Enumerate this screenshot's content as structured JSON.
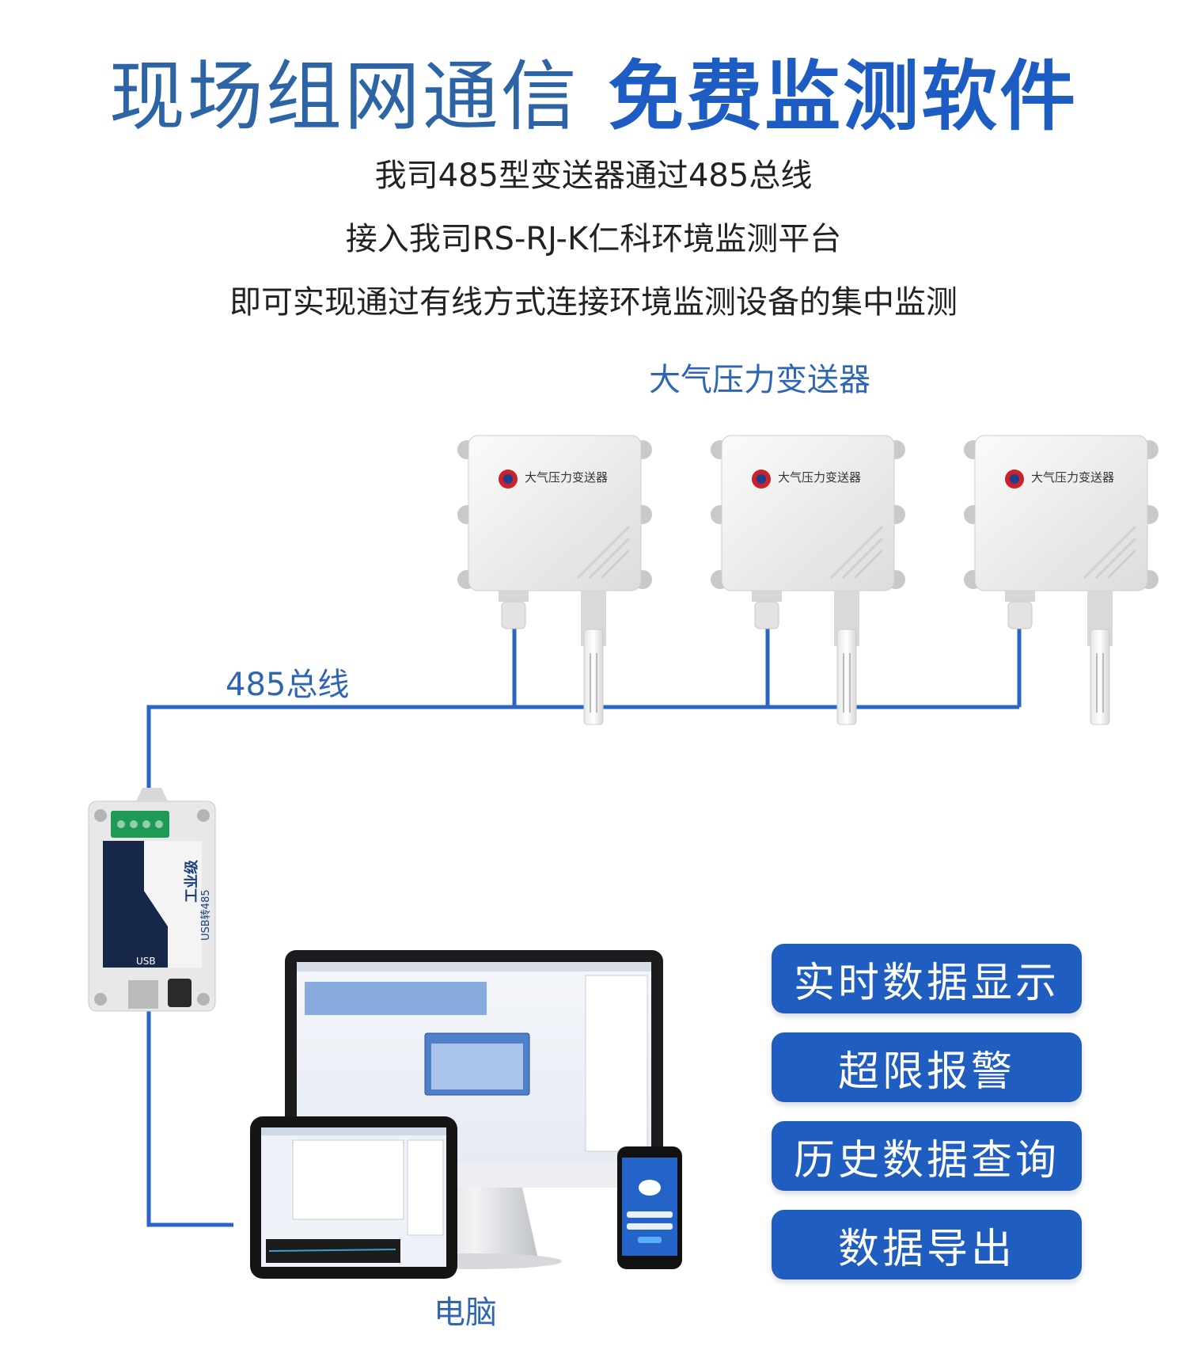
{
  "header": {
    "title_left": "现场组网通信",
    "title_right": "免费监测软件"
  },
  "intro": {
    "line1": "我司485型变送器通过485总线",
    "line2": "接入我司RS-RJ-K仁科环境监测平台",
    "line3": "即可实现通过有线方式连接环境监测设备的集中监测"
  },
  "diagram": {
    "device_group_label": "大气压力变送器",
    "bus_label": "485总线",
    "computer_label": "电脑",
    "device_box_label": "大气压力变送器",
    "converter_title": "工业级",
    "converter_subtitle": "USB转485",
    "converter_usb": "USB"
  },
  "features": [
    {
      "label": "实时数据显示"
    },
    {
      "label": "超限报警"
    },
    {
      "label": "历史数据查询"
    },
    {
      "label": "数据导出"
    }
  ],
  "colors": {
    "brand_blue": "#1f5dc0",
    "title_blue": "#2d64a6",
    "wire_blue": "#2a64c4"
  }
}
